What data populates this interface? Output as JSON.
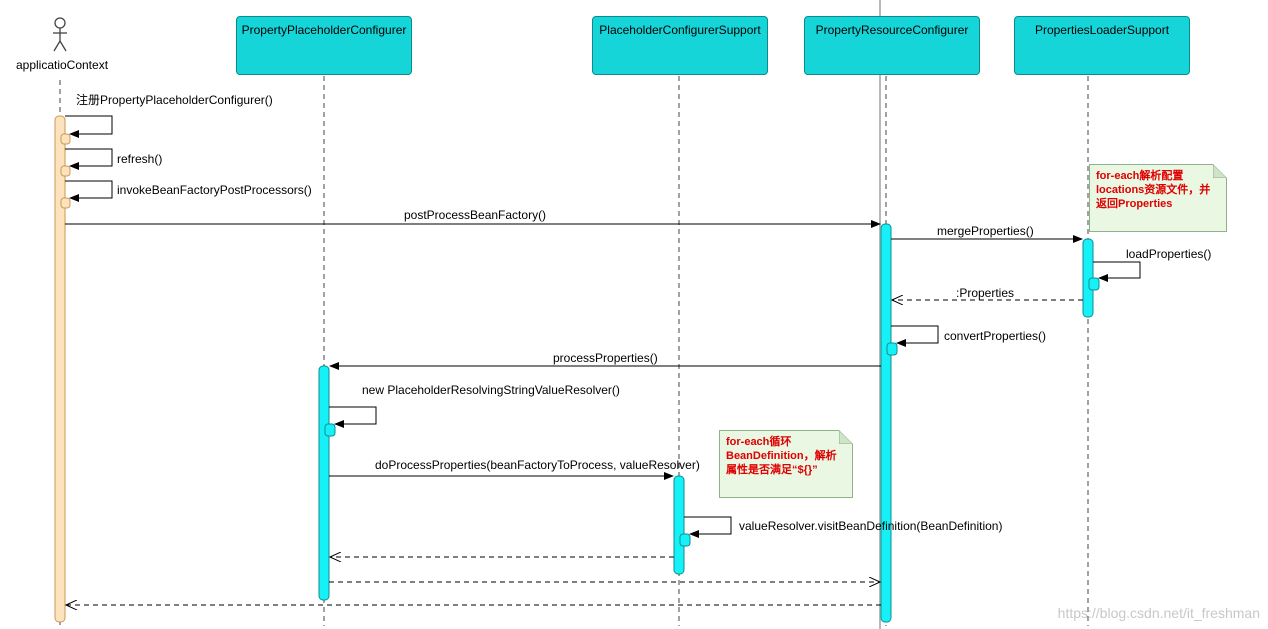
{
  "actor": {
    "name": "applicatioContext"
  },
  "participants": [
    "PropertyPlaceholderConfigurer",
    "PlaceholderConfigurerSupport",
    "PropertyResourceConfigurer",
    "PropertiesLoaderSupport"
  ],
  "messages": {
    "m1": "注册PropertyPlaceholderConfigurer()",
    "m2": "refresh()",
    "m3": "invokeBeanFactoryPostProcessors()",
    "m4": "postProcessBeanFactory()",
    "m5": "mergeProperties()",
    "m6": "loadProperties()",
    "m7": ":Properties",
    "m8": "convertProperties()",
    "m9": "processProperties()",
    "m10": "new PlaceholderResolvingStringValueResolver()",
    "m11": "doProcessProperties(beanFactoryToProcess, valueResolver)",
    "m12": "valueResolver.visitBeanDefinition(BeanDefinition)"
  },
  "notes": {
    "n1": [
      "for-each解析配置",
      "locations资源文件，并",
      "返回Properties"
    ],
    "n2": [
      "for-each循环",
      "BeanDefinition，解析",
      "属性是否满足“${}”"
    ]
  },
  "watermark": "https://blog.csdn.net/it_freshman",
  "colors": {
    "participant": "#16d5d9",
    "activation": "#16f0f7",
    "actor_activation": "#fde3bd",
    "note_bg": "#e9f7e3",
    "note_text": "#e00000"
  }
}
